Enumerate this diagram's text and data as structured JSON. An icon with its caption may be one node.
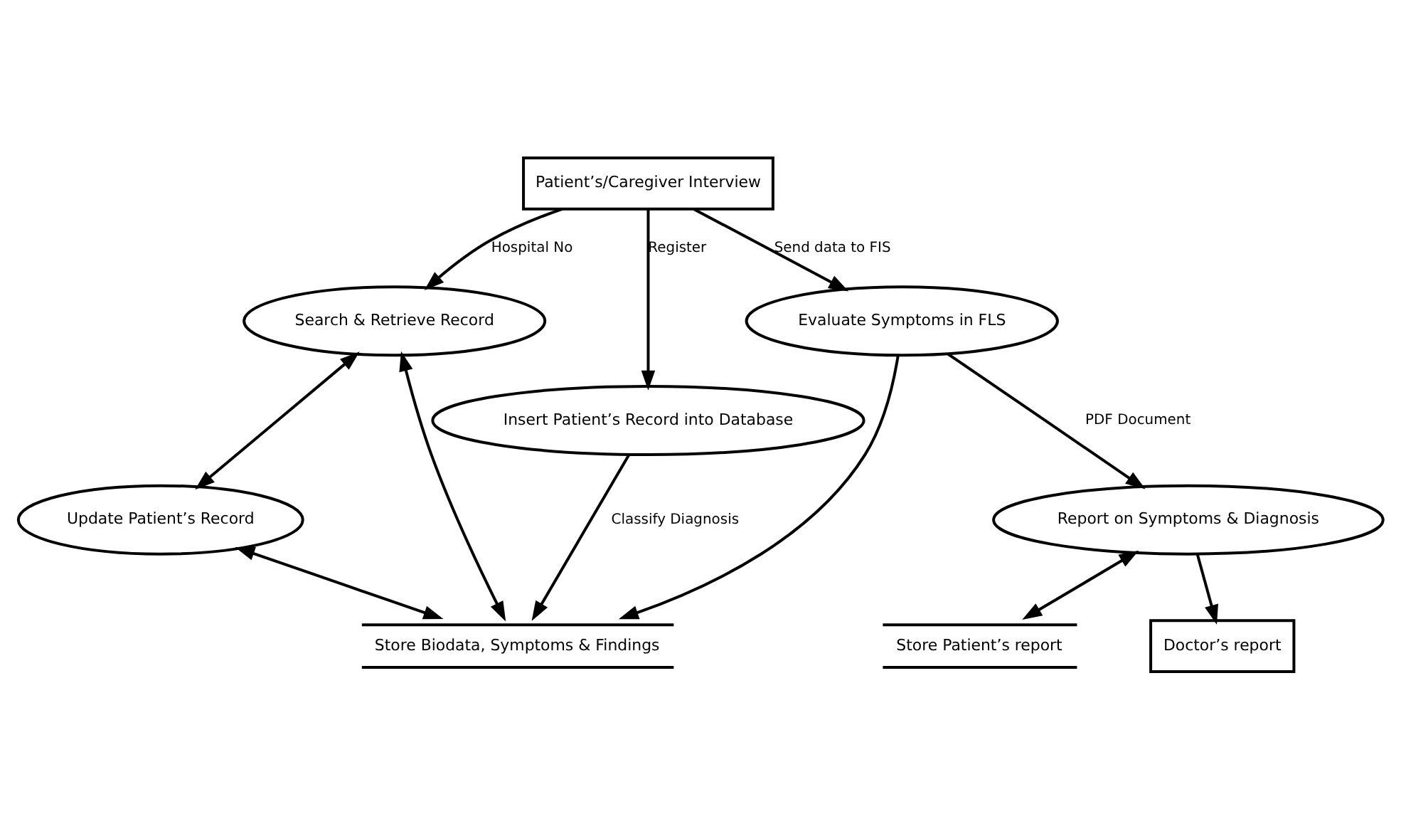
{
  "diagram": {
    "nodes": [
      {
        "text": [
          "Patient’s/Caregiver Interview"
        ]
      },
      {
        "text": [
          "Search & Retrieve Record"
        ]
      },
      {
        "text": [
          "Insert Patient’s Record into Database"
        ]
      },
      {
        "text": [
          "Update Patient’s Record"
        ]
      },
      {
        "text": [
          "Store Biodata, Symptoms & Findings"
        ]
      },
      {
        "text": [
          "Evaluate Symptoms in FLS"
        ]
      },
      {
        "text": [
          "Report on Symptoms & Diagnosis"
        ]
      },
      {
        "text": [
          "Store Patient’s report"
        ]
      },
      {
        "text": [
          "Doctor’s report"
        ]
      }
    ],
    "edges": [
      {
        "from": 0,
        "to": 1,
        "arrow": "to",
        "label": "Hospital No"
      },
      {
        "from": 0,
        "to": 2,
        "arrow": "to",
        "label": "Register"
      },
      {
        "from": 0,
        "to": 5,
        "arrow": "to",
        "label": "Send data to FIS"
      },
      {
        "from": 2,
        "to": 4,
        "arrow": "to",
        "label": "Classify Diagnosis"
      },
      {
        "from": 1,
        "to": 4,
        "arrow": "both"
      },
      {
        "from": 1,
        "to": 3,
        "arrow": "both"
      },
      {
        "from": 3,
        "to": 4,
        "arrow": "both"
      },
      {
        "from": 5,
        "to": 4,
        "arrow": "to"
      },
      {
        "from": 5,
        "to": 6,
        "arrow": "to",
        "label": "PDF Document"
      },
      {
        "from": 6,
        "to": 7,
        "arrow": "both"
      },
      {
        "from": 6,
        "to": 8,
        "arrow": "to"
      }
    ]
  }
}
